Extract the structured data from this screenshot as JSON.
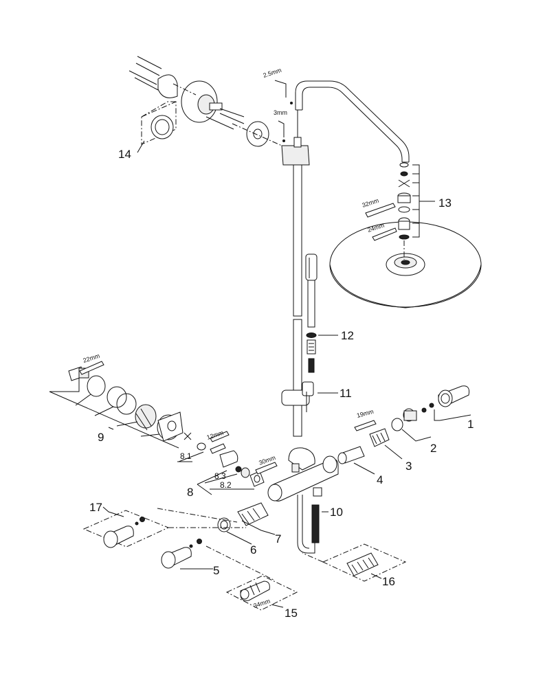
{
  "parts": {
    "p1": "1",
    "p2": "2",
    "p3": "3",
    "p4": "4",
    "p5": "5",
    "p6": "6",
    "p7": "7",
    "p8": "8",
    "p8_1": "8.1",
    "p8_2": "8.2",
    "p8_3": "8.3",
    "p9": "9",
    "p10": "10",
    "p11": "11",
    "p12": "12",
    "p13": "13",
    "p14": "14",
    "p15": "15",
    "p16": "16",
    "p17": "17"
  },
  "tools": {
    "t_2_5mm": "2.5mm",
    "t_3mm": "3mm",
    "t_32mm": "32mm",
    "t_24mm": "24mm",
    "t_22mm": "22mm",
    "t_12mm": "12mm",
    "t_19mm": "19mm",
    "t_30mm": "30mm",
    "t_34mm": "34mm"
  }
}
